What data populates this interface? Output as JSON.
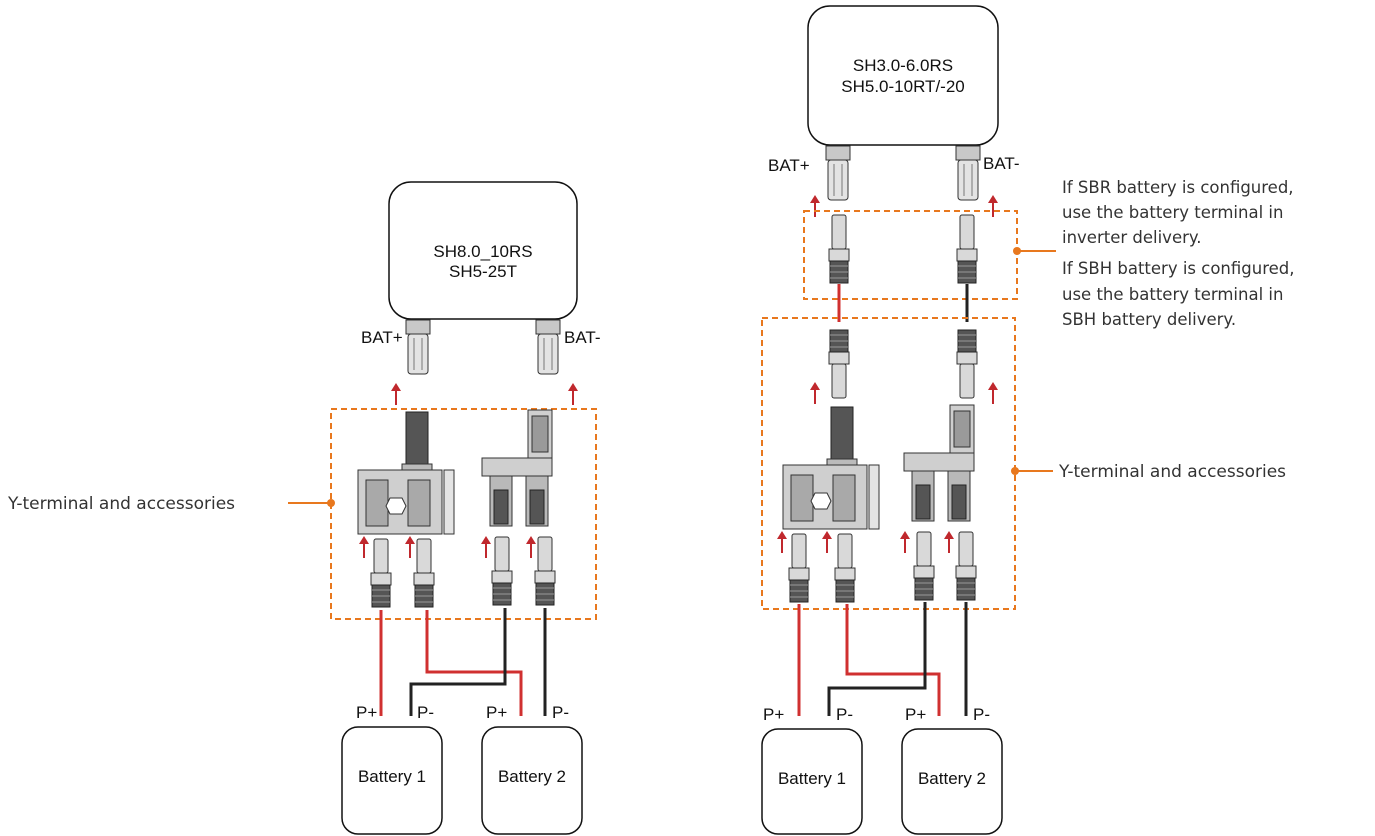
{
  "colors": {
    "callout": "#e8781e",
    "positive_wire": "#d03030",
    "negative_wire": "#222222",
    "arrow": "#c0282d",
    "connector": "#d9d9d9"
  },
  "left": {
    "inverter": [
      "SH8.0_10RS",
      "SH5-25T"
    ],
    "bat_plus": "BAT+",
    "bat_minus": "BAT-",
    "callout": "Y-terminal and accessories",
    "battery1": {
      "label": "Battery 1",
      "plus": "P+",
      "minus": "P-"
    },
    "battery2": {
      "label": "Battery 2",
      "plus": "P+",
      "minus": "P-"
    }
  },
  "right": {
    "inverter": [
      "SH3.0-6.0RS",
      "SH5.0-10RT/-20"
    ],
    "bat_plus": "BAT+",
    "bat_minus": "BAT-",
    "note_lines": [
      "If SBR battery is configured,",
      "use the battery terminal in",
      "inverter delivery.",
      "If SBH battery is configured,",
      "use the battery terminal in",
      "SBH battery delivery."
    ],
    "callout": "Y-terminal and accessories",
    "battery1": {
      "label": "Battery 1",
      "plus": "P+",
      "minus": "P-"
    },
    "battery2": {
      "label": "Battery 2",
      "plus": "P+",
      "minus": "P-"
    }
  }
}
